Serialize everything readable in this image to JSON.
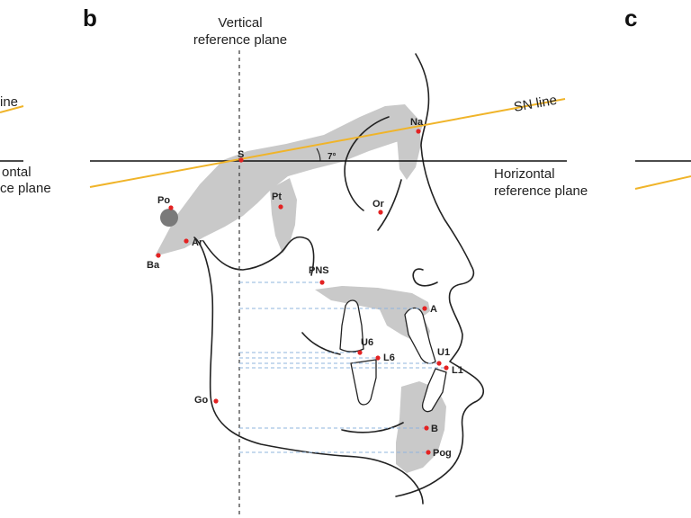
{
  "panels": {
    "b": "b",
    "c": "c"
  },
  "labels": {
    "vertical_plane": [
      "Vertical",
      "reference plane"
    ],
    "horizontal_plane": [
      "Horizontal",
      "reference plane"
    ],
    "sn_line": "SN line",
    "angle": "7°",
    "left_fragment_top": "ine",
    "left_fragment_horizontal": [
      "ontal",
      "ce plane"
    ]
  },
  "landmarks": [
    "S",
    "Na",
    "Po",
    "Ba",
    "Ar",
    "Pt",
    "Or",
    "PNS",
    "A",
    "U6",
    "L6",
    "U1",
    "L1",
    "Go",
    "B",
    "Pog"
  ],
  "colors": {
    "sn_line": "#f0b429",
    "horizontal_line": "#111111",
    "vertical_line": "#444444",
    "projection_lines": "#8fb4de",
    "landmark_dots": "#e32222",
    "bone_shading": "#c9c9c9"
  }
}
